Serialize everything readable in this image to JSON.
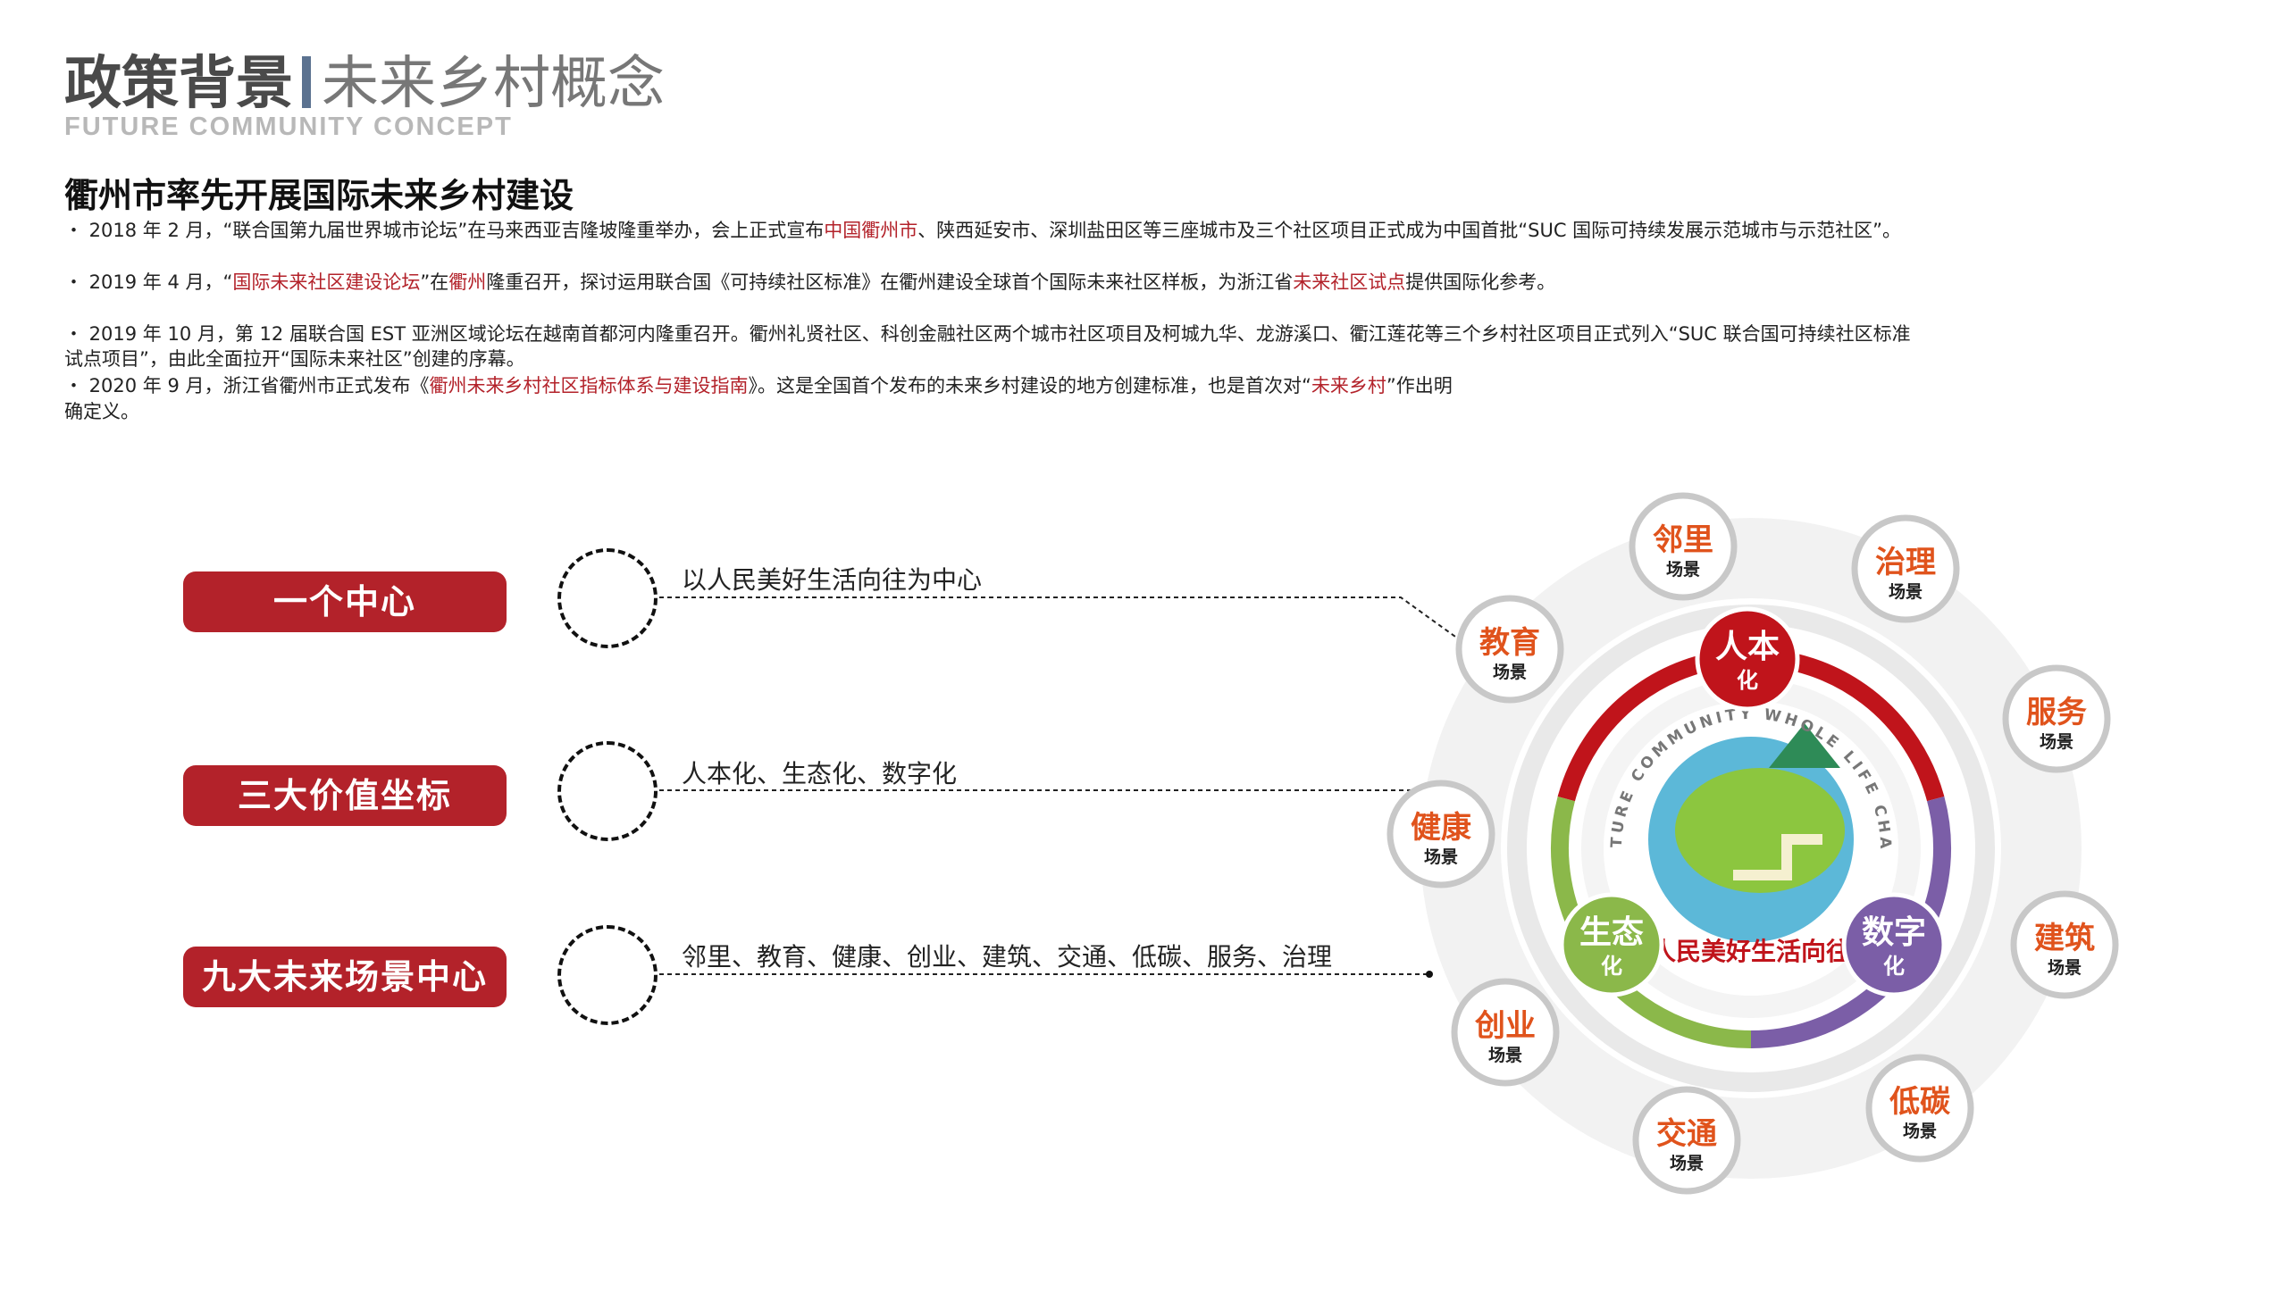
{
  "header": {
    "title_bold": "政策背景",
    "title_light": "未来乡村概念",
    "subtitle": "FUTURE COMMUNITY CONCEPT",
    "bar_color": "#5b7290"
  },
  "section": {
    "heading": "衢州市率先开展国际未来乡村建设",
    "lines": [
      [
        {
          "text": "・ 2018 年 2 月，“联合国第九届世界城市论坛”在马来西亚吉隆坡隆重举办，会上正式宣布",
          "red": false
        },
        {
          "text": "中国衢州市",
          "red": true
        },
        {
          "text": "、陕西延安市、深圳盐田区等三座城市及三个社区项目正式成为中国首批“SUC 国际可持续发展示范城市与示范社区”。",
          "red": false
        }
      ],
      [
        {
          "text": "・ 2019 年 4 月，“",
          "red": false
        },
        {
          "text": "国际未来社区建设论坛",
          "red": true
        },
        {
          "text": "”在",
          "red": false
        },
        {
          "text": "衢州",
          "red": true
        },
        {
          "text": "隆重召开，探讨运用联合国《可持续社区标准》在衢州建设全球首个国际未来社区样板，为浙江省",
          "red": false
        },
        {
          "text": "未来社区试点",
          "red": true
        },
        {
          "text": "提供国际化参考。",
          "red": false
        }
      ],
      [
        {
          "text": "・  2019 年 10 月，第 12 届联合国 EST 亚洲区域论坛在越南首都河内隆重召开。衢州礼贤社区、科创金融社区两个城市社区项目及柯城九华、龙游溪口、衢江莲花等三个乡村社区项目正式列入“SUC 联合国可持续社区标准",
          "red": false
        }
      ],
      [
        {
          "text": "试点项目”，由此全面拉开“国际未来社区”创建的序幕。",
          "red": false
        }
      ],
      [
        {
          "text": "・ 2020 年 9 月，浙江省衢州市正式发布《",
          "red": false
        },
        {
          "text": "衢州未来乡村社区指标体系与建设指南",
          "red": true
        },
        {
          "text": "》。这是全国首个发布的未来乡村建设的地方创建标准，也是首次对“",
          "red": false
        },
        {
          "text": "未来乡村",
          "red": true
        },
        {
          "text": "”作出明",
          "red": false
        }
      ],
      [
        {
          "text": "确定义。",
          "red": false
        }
      ]
    ]
  },
  "pillars": [
    {
      "label": "一个中心",
      "text": "以人民美好生活向往为中心"
    },
    {
      "label": "三大价值坐标",
      "text": "人本化、生态化、数字化"
    },
    {
      "label": "九大未来场景中心",
      "text": "邻里、教育、健康、创业、建筑、交通、低碳、服务、治理"
    }
  ],
  "diagram": {
    "core_values": [
      {
        "name": "人本",
        "suffix": "化",
        "color": "#c0141b"
      },
      {
        "name": "生态",
        "suffix": "化",
        "color": "#8bb84a"
      },
      {
        "name": "数字",
        "suffix": "化",
        "color": "#7b5ea7"
      }
    ],
    "arc_text": "FUTURE COMMUNITY WHOLE LIFE CHAIN",
    "center_slogan": "人民美好生活向往",
    "scenario_suffix": "场景",
    "scenarios": [
      "邻里",
      "治理",
      "服务",
      "建筑",
      "低碳",
      "交通",
      "创业",
      "健康",
      "教育"
    ],
    "scenario_color": "#e0531c",
    "accent_red": "#b3222a"
  }
}
